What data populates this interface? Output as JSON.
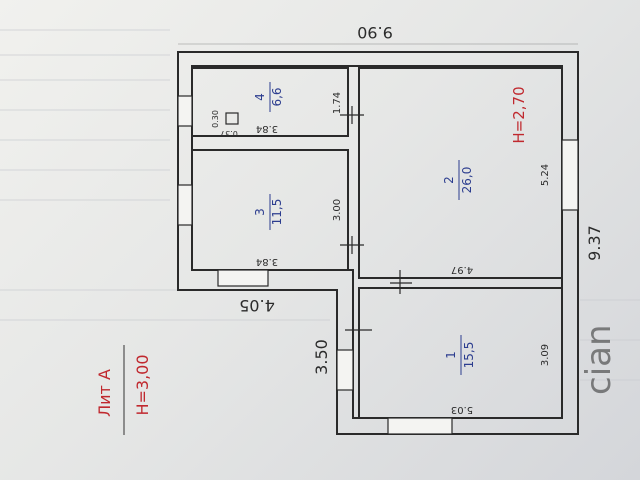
{
  "plan": {
    "overall_width": "9.90",
    "overall_depth": "9.37",
    "left_offset": "4.05",
    "lower_offset": "3.50",
    "ceiling_height_room2": "H=2,70",
    "lit_label": "Лит А",
    "lit_height": "H=3,00",
    "rooms": [
      {
        "num": "1",
        "area": "15,5",
        "width": "5.03",
        "length": "3.09"
      },
      {
        "num": "2",
        "area": "26,0",
        "width": "4.97",
        "length": "5.24"
      },
      {
        "num": "3",
        "area": "11,5",
        "width": "3.84",
        "length": "3.00"
      },
      {
        "num": "4",
        "area": "6,6",
        "width": "3.84",
        "length": "1.74"
      }
    ],
    "stove_dim_a": "0.30",
    "stove_dim_b": "0.37"
  },
  "watermark": "cian",
  "colors": {
    "room_text": "#2c3d8f",
    "red_text": "#c0282e",
    "line": "#2a2a2a"
  }
}
